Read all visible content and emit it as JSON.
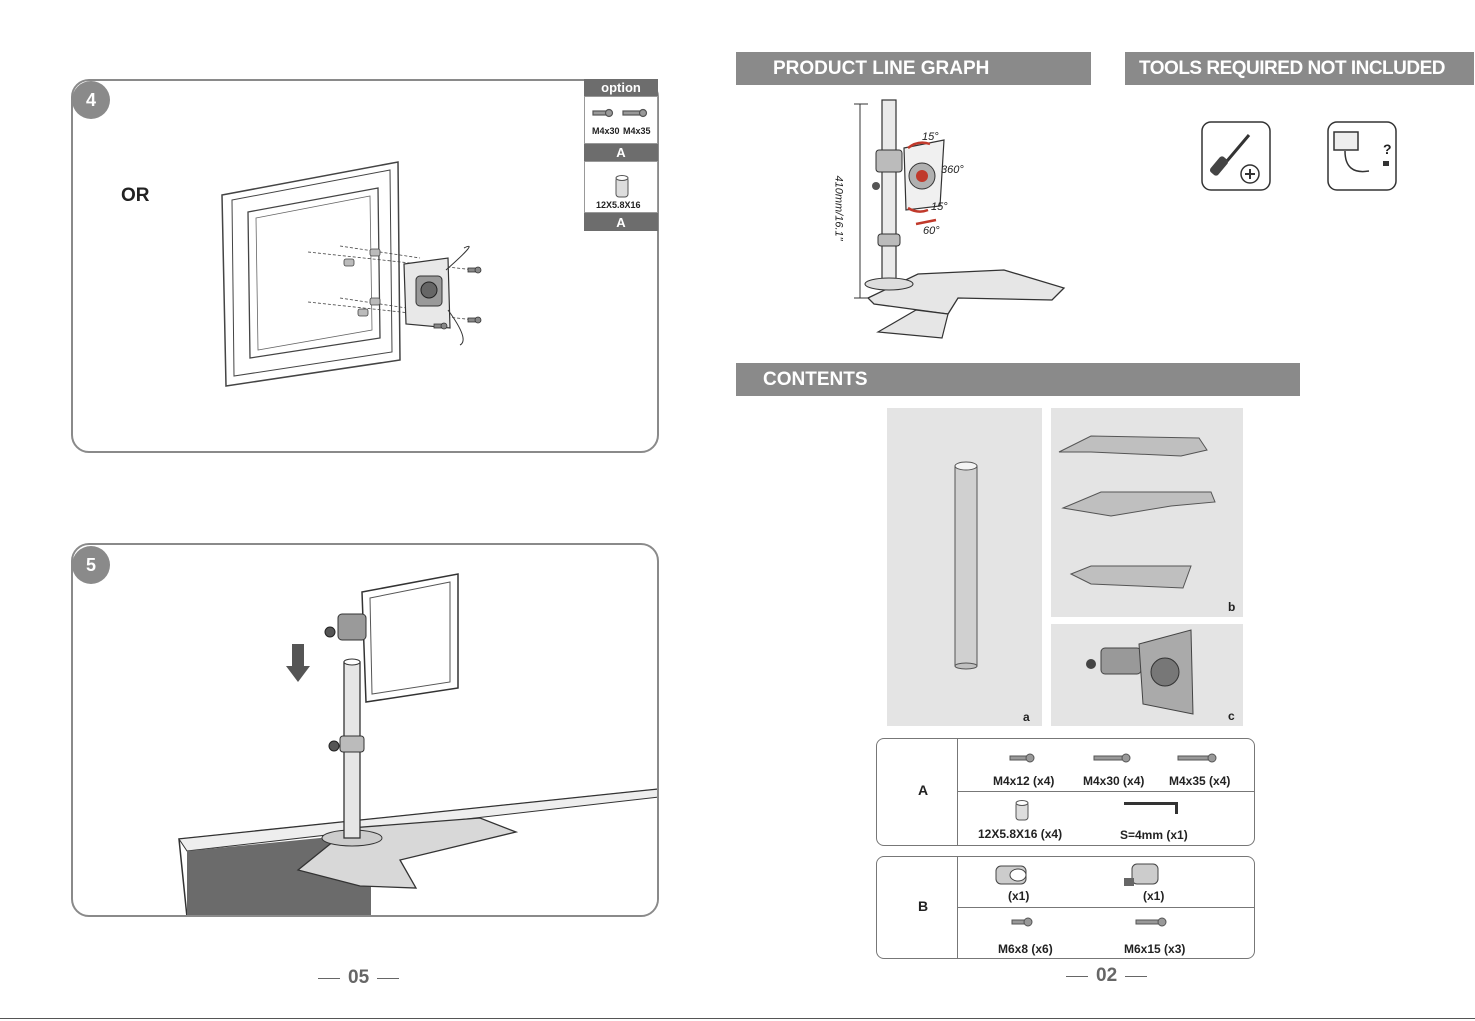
{
  "left_page": {
    "step4": {
      "number": "4",
      "or_text": "OR",
      "option": {
        "title": "option",
        "screws": [
          "M4x30",
          "M4x35"
        ],
        "screw_group": "A",
        "spacer": "12X5.8X16",
        "spacer_group": "A"
      }
    },
    "step5": {
      "number": "5"
    },
    "page_number": "05"
  },
  "right_page": {
    "product_line_graph": {
      "title": "PRODUCT LINE GRAPH",
      "angle_tilt_up": "15°",
      "angle_rotate": "360°",
      "angle_tilt_down": "15°",
      "angle_swivel": "60°",
      "height": "410mm/16.1\""
    },
    "tools": {
      "title": "TOOLS REQUIRED NOT INCLUDED",
      "icons": [
        "screwdriver-icon",
        "manual-help-icon"
      ],
      "question_mark": "?"
    },
    "contents": {
      "title": "CONTENTS",
      "photo_labels": [
        "a",
        "b",
        "c"
      ],
      "group_a": {
        "label": "A",
        "row1": [
          "M4x12 (x4)",
          "M4x30 (x4)",
          "M4x35 (x4)"
        ],
        "row2": [
          "12X5.8X16 (x4)",
          "S=4mm (x1)"
        ]
      },
      "group_b": {
        "label": "B",
        "row1": [
          "(x1)",
          "(x1)"
        ],
        "row2": [
          "M6x8 (x6)",
          "M6x15 (x3)"
        ]
      }
    },
    "page_number": "02"
  }
}
